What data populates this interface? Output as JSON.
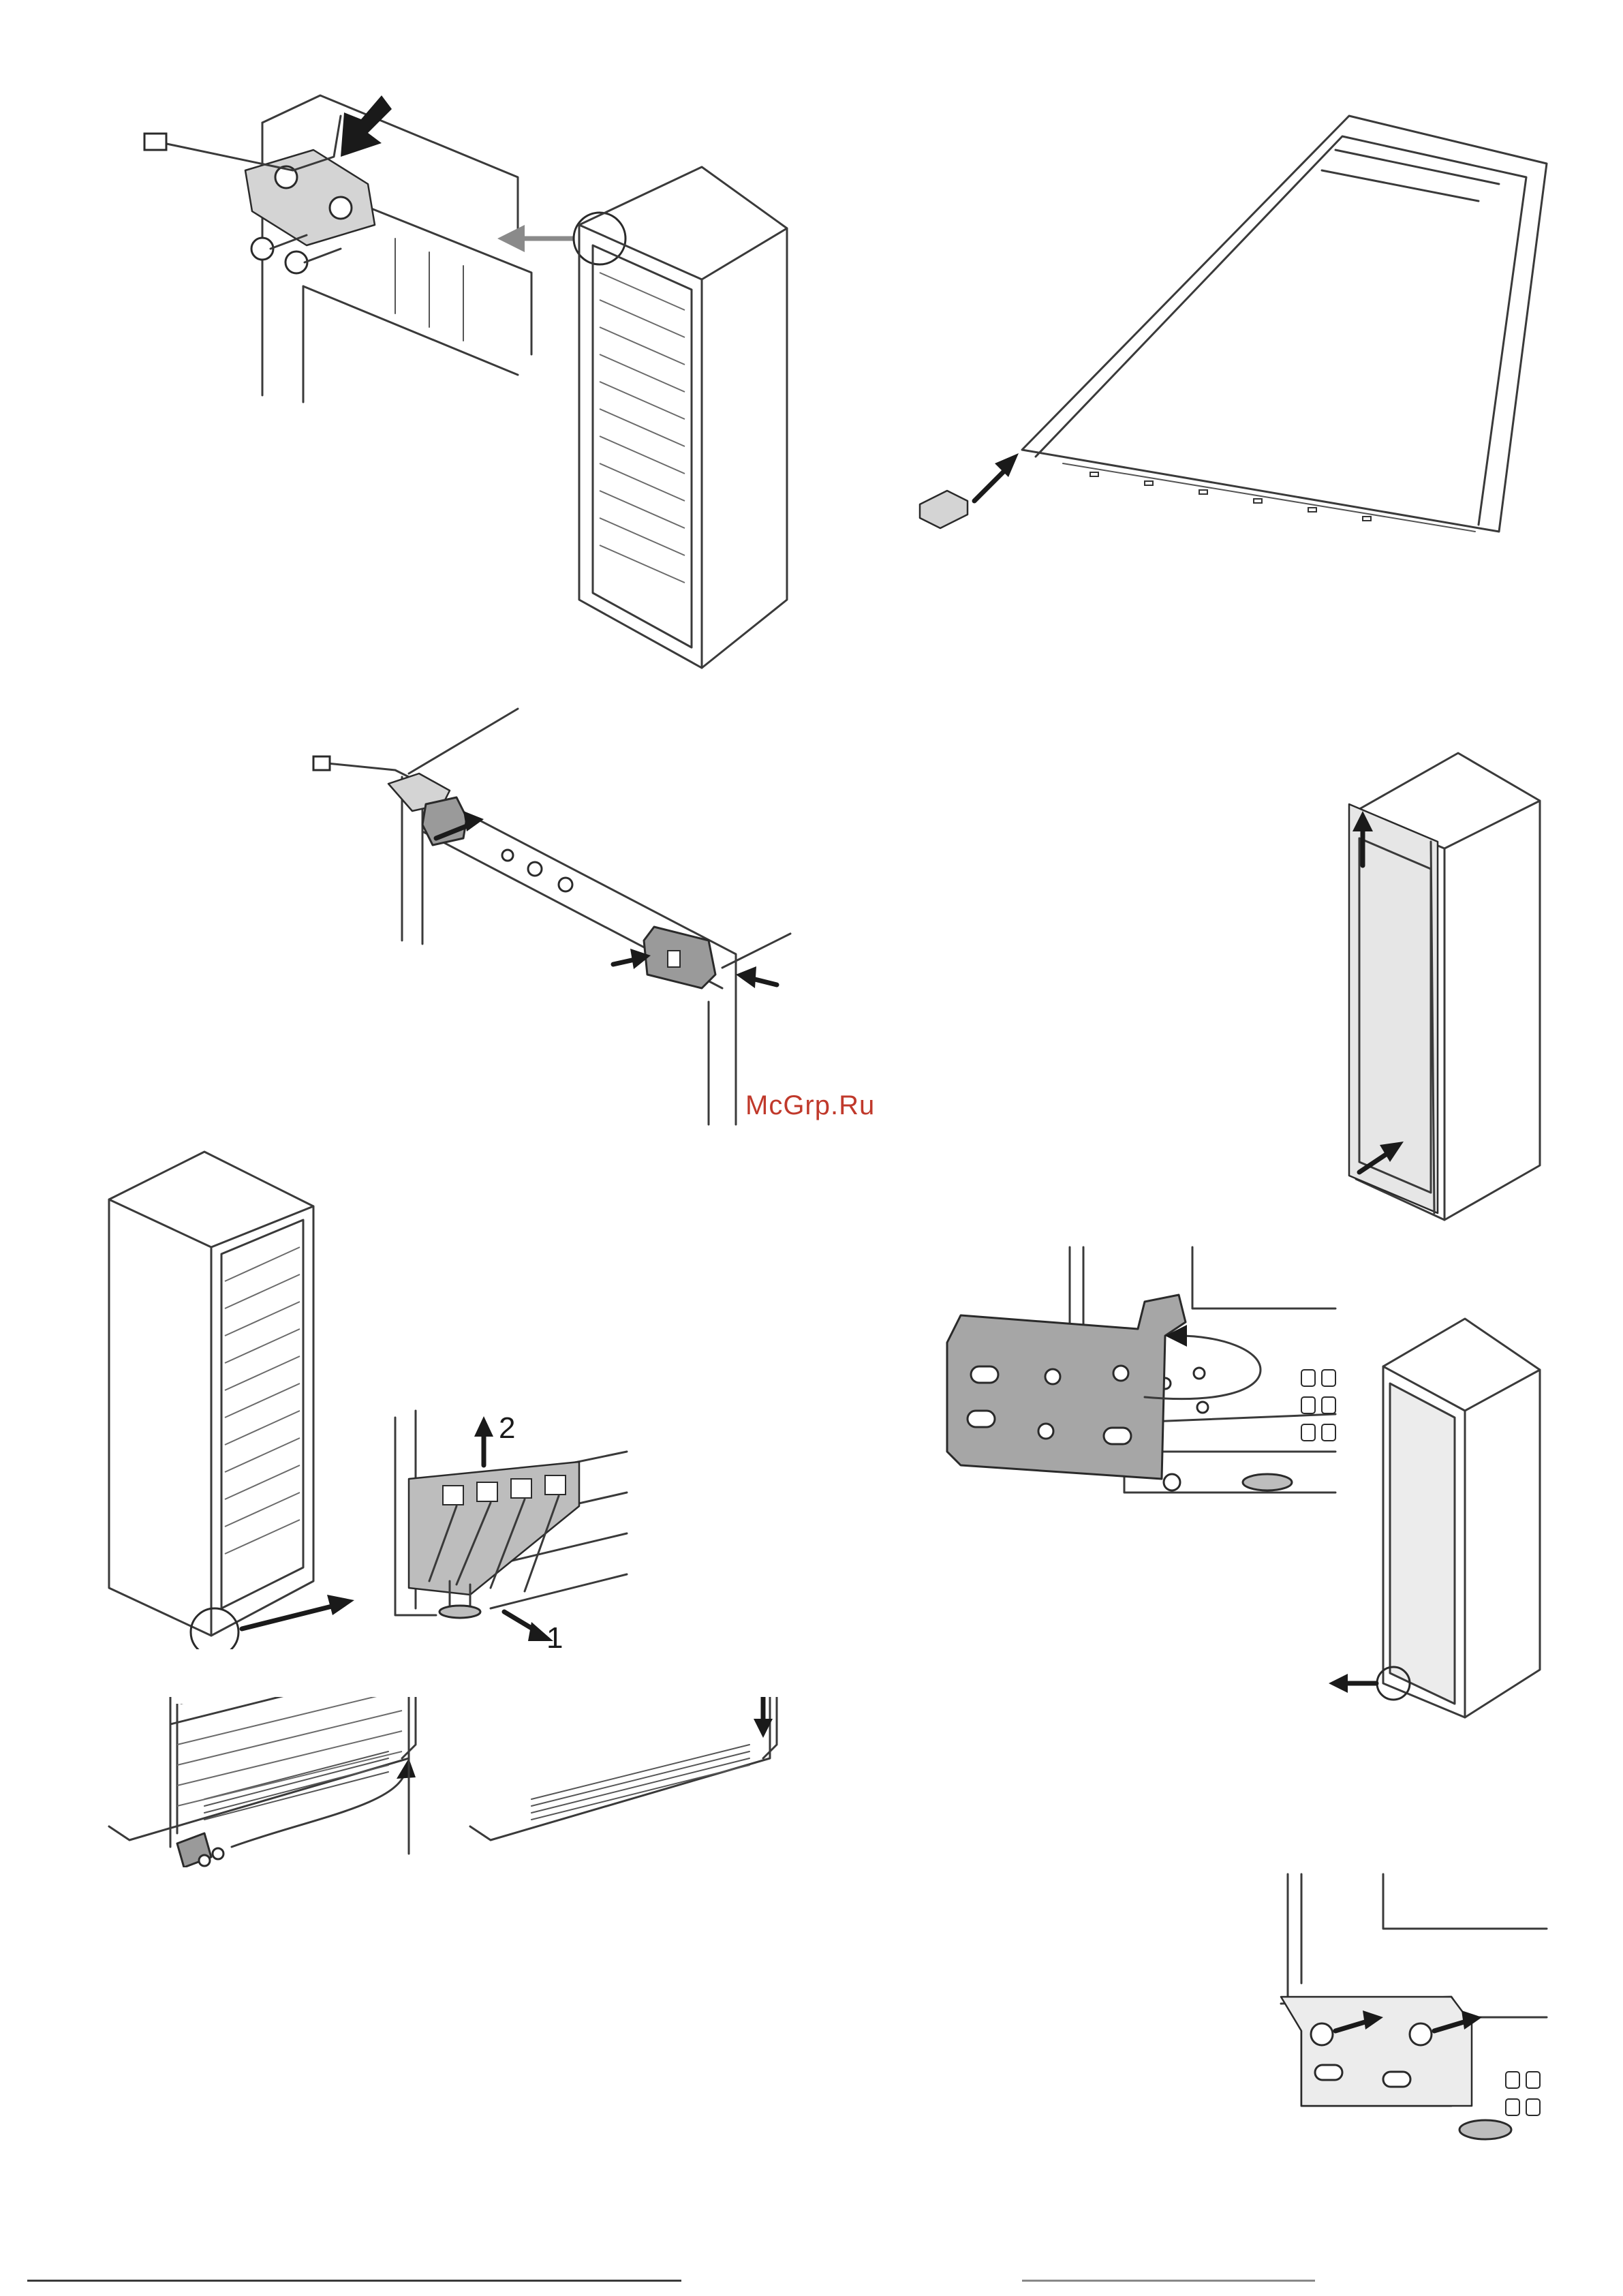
{
  "watermark": {
    "text": "McGrp.Ru"
  },
  "figures": {
    "shelf_lift": {
      "step_1": "1",
      "step_2": "2"
    }
  }
}
